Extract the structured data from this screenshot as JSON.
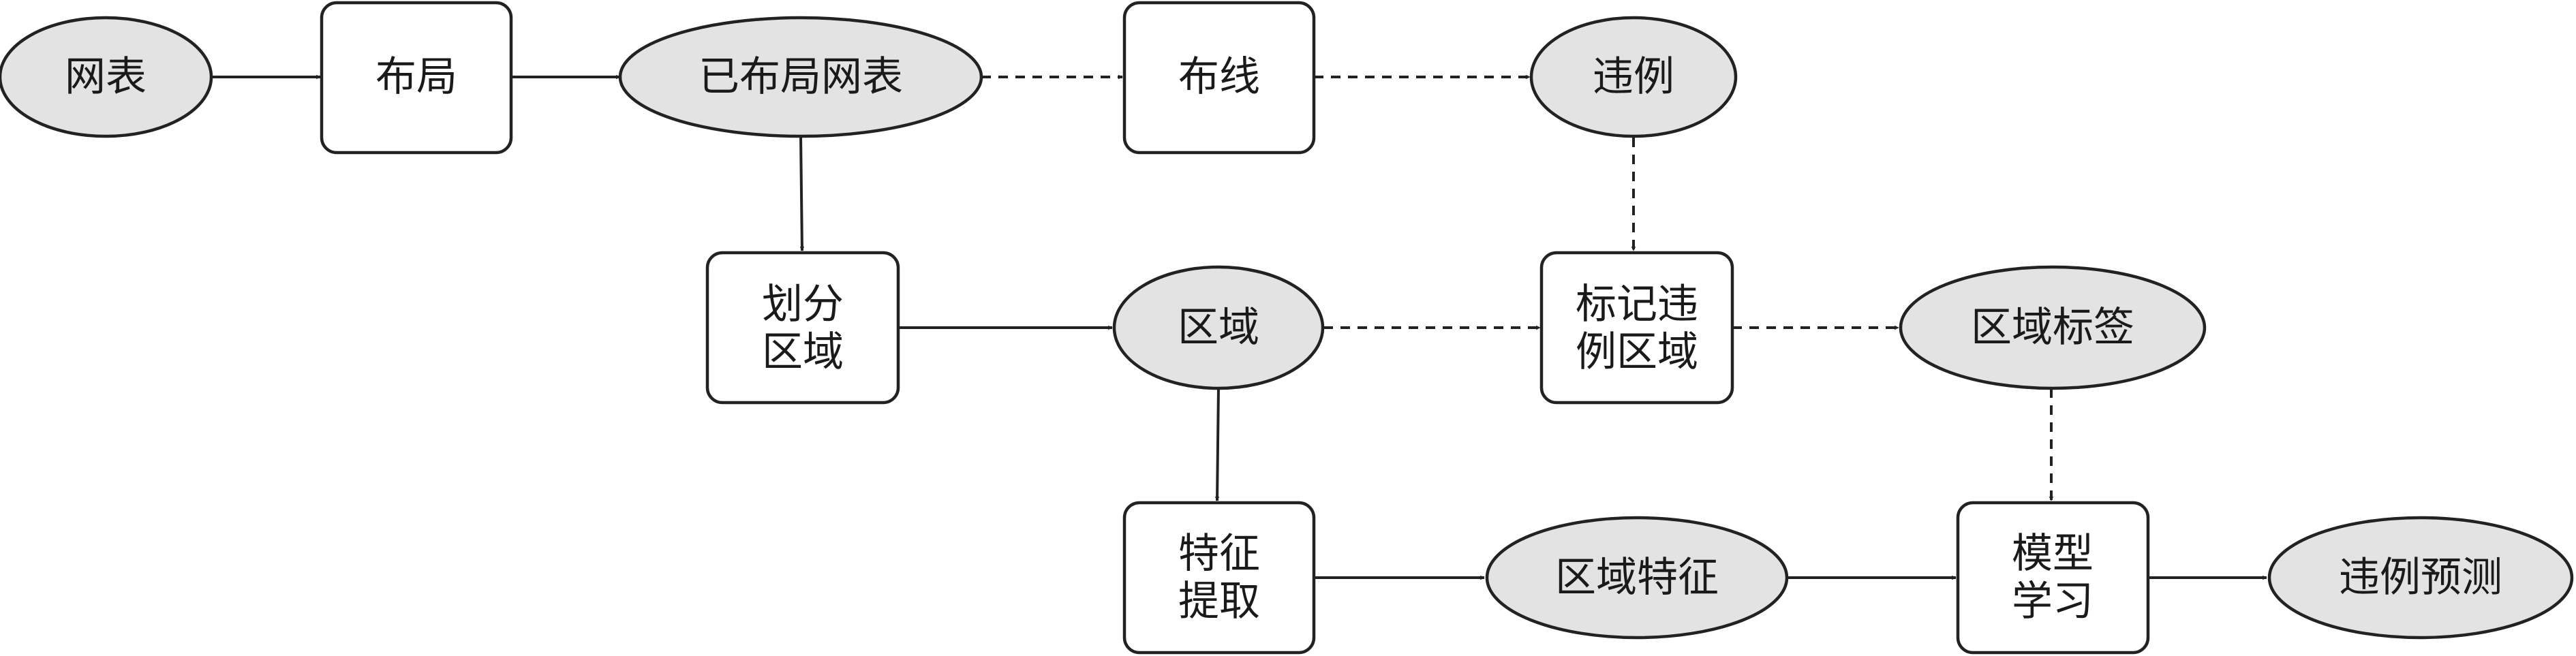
{
  "nodes": {
    "netlist": "网表",
    "placement": "布局",
    "placed_netlist": "已布局网表",
    "routing": "布线",
    "violations": "违例",
    "partition": [
      "划分",
      "区域"
    ],
    "regions": "区域",
    "mark_regions": [
      "标记违",
      "例区域"
    ],
    "region_labels": "区域标签",
    "feature_extraction": [
      "特征",
      "提取"
    ],
    "region_features": "区域特征",
    "model_learning": [
      "模型",
      "学习"
    ],
    "violation_prediction": "违例预测"
  }
}
